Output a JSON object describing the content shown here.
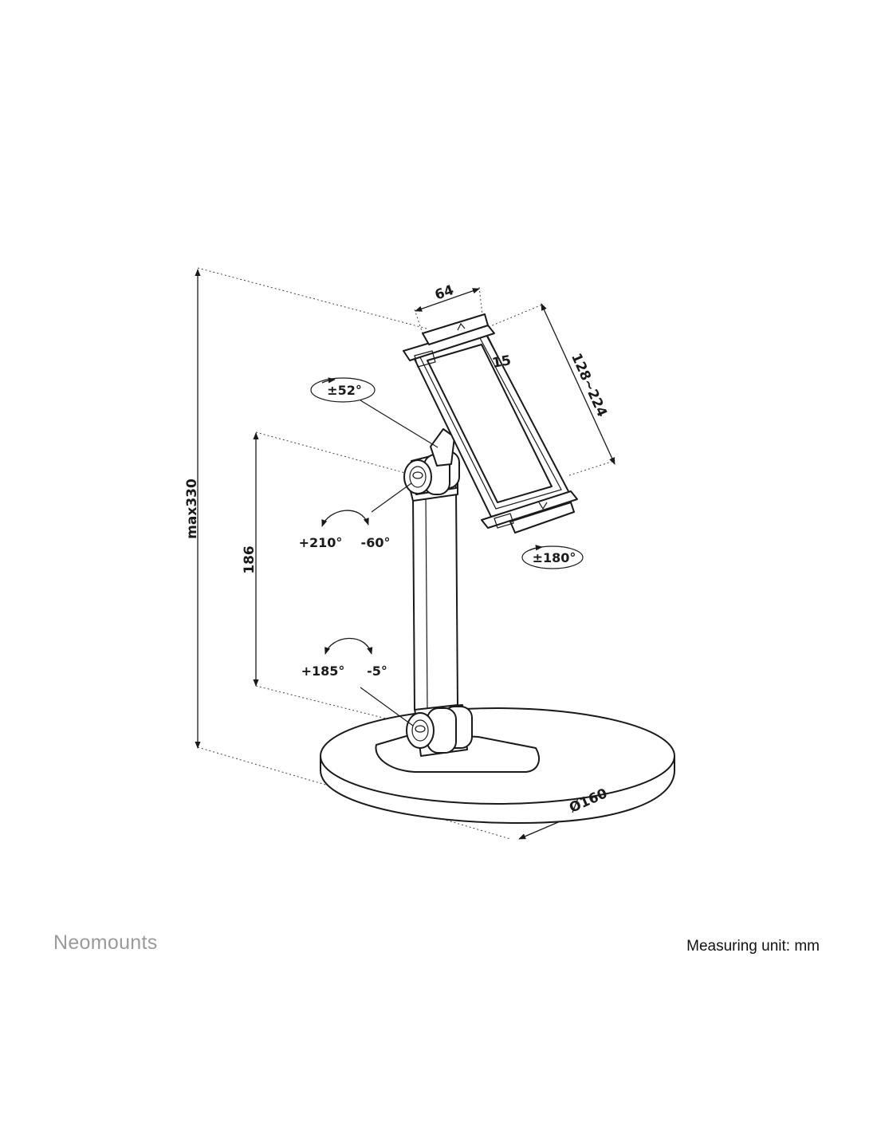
{
  "brand": "Neomounts",
  "measuring_unit": "Measuring unit: mm",
  "dimensions": {
    "max_height": "max330",
    "arm_height": "186",
    "holder_width": "64",
    "holder_depth": "15",
    "holder_range": "128~224",
    "base_diameter": "Ø160"
  },
  "angles": {
    "top_rotate": "±52°",
    "holder_rotate": "±180°",
    "upper_tilt_plus": "+210°",
    "upper_tilt_minus": "-60°",
    "lower_tilt_plus": "+185°",
    "lower_tilt_minus": "-5°"
  }
}
